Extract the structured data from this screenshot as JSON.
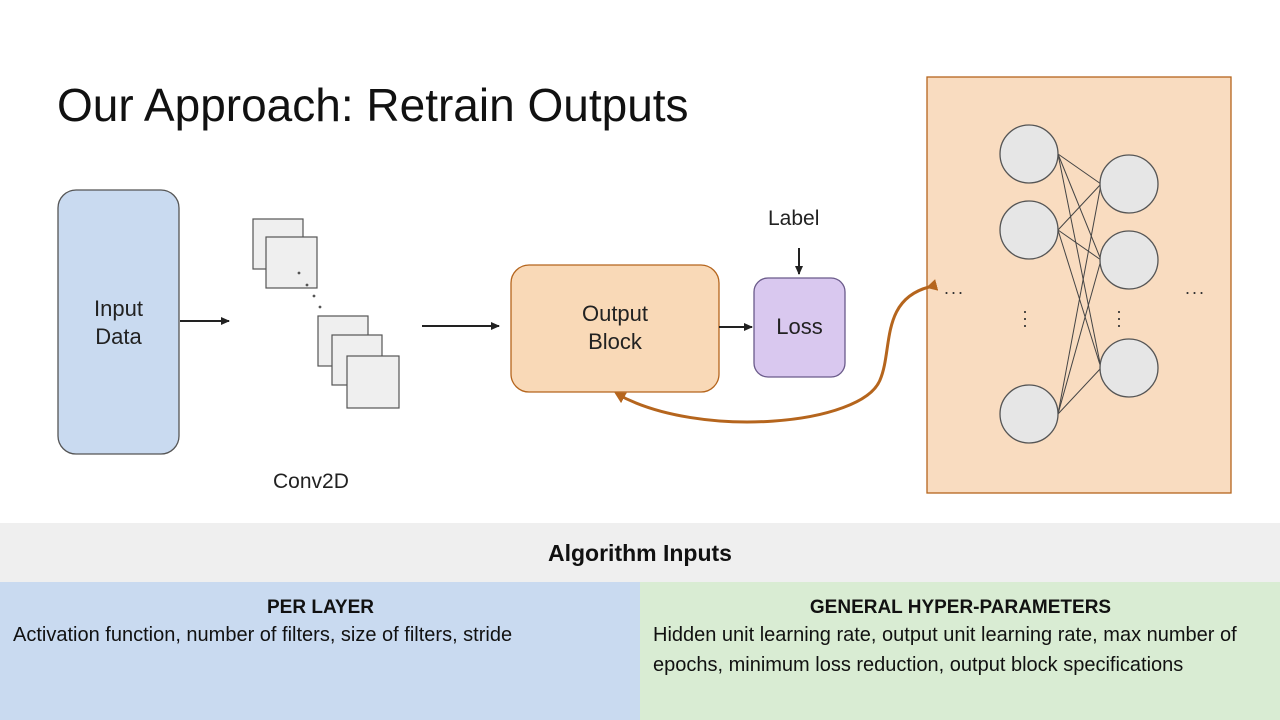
{
  "slide": {
    "title": "Our Approach: Retrain Outputs"
  },
  "diagram": {
    "input_node": {
      "line1": "Input",
      "line2": "Data"
    },
    "conv_label": "Conv2D",
    "output_block": {
      "line1": "Output",
      "line2": "Block"
    },
    "loss_label": "Loss",
    "label_text": "Label",
    "ellipsis": "...",
    "colors": {
      "input_fill": "#c9daf0",
      "output_fill": "#f9d9b7",
      "loss_fill": "#d9c8ef",
      "panel_bg": "#f9dcc0",
      "feedback_arrow": "#b5651d"
    }
  },
  "algorithm_inputs": {
    "header": "Algorithm Inputs",
    "per_layer": {
      "title": "PER LAYER",
      "body": "Activation function, number of filters, size of filters, stride"
    },
    "general": {
      "title": "GENERAL HYPER-PARAMETERS",
      "body": "Hidden unit learning rate, output unit learning rate, max number of epochs, minimum loss reduction, output block specifications"
    }
  }
}
